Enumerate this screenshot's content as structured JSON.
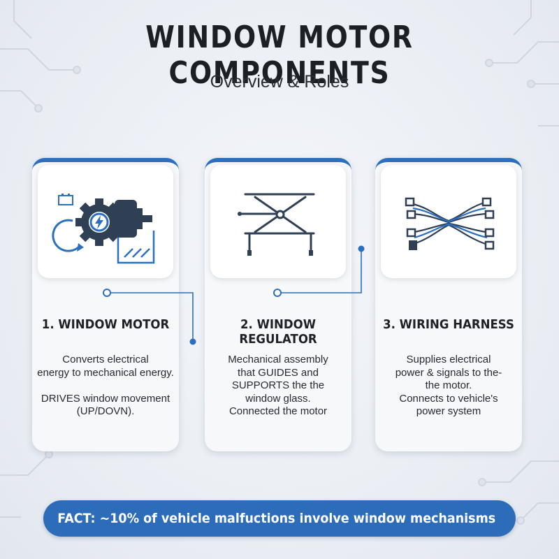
{
  "header": {
    "title": "WINDOW MOTOR COMPONENTS",
    "subtitle": "Overview & Roles"
  },
  "colors": {
    "accent": "#2a6fc0",
    "icon_dark": "#2f3f54",
    "banner": "#2c6cb8"
  },
  "cards": [
    {
      "icon": "window-motor-icon",
      "title": "1. WINDOW MOTOR",
      "body": "Converts electrical\nenergy to mechanical energy.\n\nDRIVES window movement\n(UP/DOVN)."
    },
    {
      "icon": "window-regulator-icon",
      "title": "2. WINDOW REGULATOR",
      "body": "Mechanical assembly\nthat GUIDES and\nSUPPORTS the the\nwindow glass.\nConnected the motor"
    },
    {
      "icon": "wiring-harness-icon",
      "title": "3. WIRING HARNESS",
      "body": "Supplies electrical\npower & signals to the-\nthe motor.\nConnects to vehicle's\npower system"
    }
  ],
  "fact": {
    "text": "FACT: ~10% of vehicle malfuctions involve window mechanisms",
    "icon": "warning-icon"
  }
}
